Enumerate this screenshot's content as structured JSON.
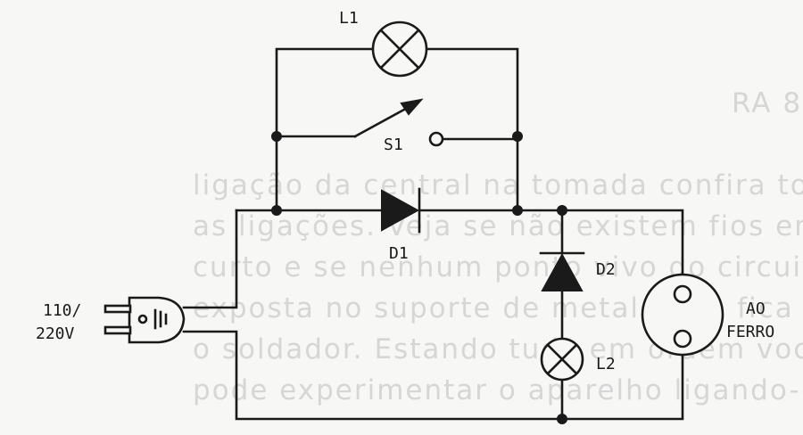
{
  "figure_caption": "RA 8",
  "background_text": [
    "ligação da central na tomada confira todas",
    "as ligações. Veja se não existem fios em",
    "curto e se nenhum ponto vivo do circuito",
    "exposta no suporte de metal onde fica",
    "o soldador. Estando tudo em ordem você",
    "pode experimentar o aparelho ligando-o à"
  ],
  "labels": {
    "L1": "L1",
    "S1": "S1",
    "D1": "D1",
    "D2": "D2",
    "L2": "L2",
    "voltage_line1": "110/",
    "voltage_line2": "220V",
    "outlet_line1": "AO",
    "outlet_line2": "FERRO"
  },
  "colors": {
    "ink": "#1a1a1a",
    "paper": "#f7f7f5",
    "bleed_text": "#d6d6d6"
  }
}
